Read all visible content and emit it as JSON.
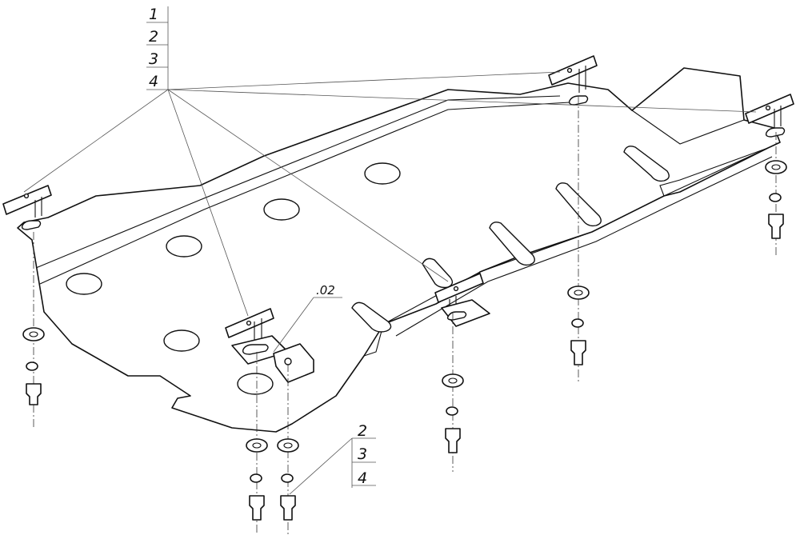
{
  "callouts": {
    "top_left": [
      "1",
      "2",
      "3",
      "4"
    ],
    "bottom": [
      "2",
      "3",
      "4"
    ],
    "part_code": ".02"
  }
}
